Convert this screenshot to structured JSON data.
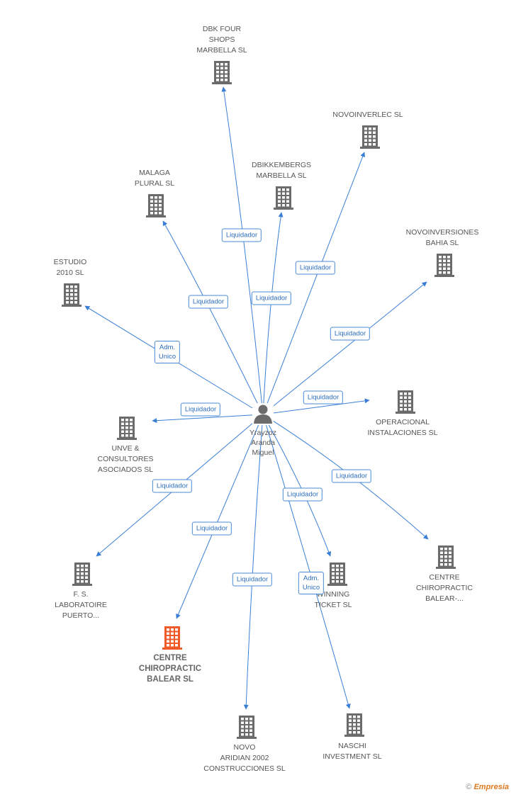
{
  "center": {
    "name": "Yrayzoz\nAranda\nMiguel"
  },
  "nodes": [
    {
      "id": "dbk",
      "label": "DBK FOUR\nSHOPS\nMARBELLA SL",
      "role": "Liquidador"
    },
    {
      "id": "novoinverlec",
      "label": "NOVOINVERLEC SL",
      "role": "Liquidador"
    },
    {
      "id": "dbikkembergs",
      "label": "DBIKKEMBERGS\nMARBELLA SL",
      "role": "Liquidador"
    },
    {
      "id": "malaga",
      "label": "MALAGA\nPLURAL SL",
      "role": "Liquidador"
    },
    {
      "id": "novoinversiones",
      "label": "NOVOINVERSIONES\nBAHIA SL",
      "role": "Liquidador"
    },
    {
      "id": "estudio",
      "label": "ESTUDIO\n2010 SL",
      "role": "Adm.\nUnico"
    },
    {
      "id": "operacional",
      "label": "OPERACIONAL\nINSTALACIONES SL",
      "role": "Liquidador"
    },
    {
      "id": "unve",
      "label": "UNVE &\nCONSULTORES\nASOCIADOS SL",
      "role": "Liquidador"
    },
    {
      "id": "chiro2",
      "label": "CENTRE\nCHIROPRACTIC\nBALEAR-...",
      "role": "Liquidador"
    },
    {
      "id": "winning",
      "label": "WINNING\nTICKET SL",
      "role": "Liquidador"
    },
    {
      "id": "fs",
      "label": "F. S.\nLABORATOIRE\nPUERTO...",
      "role": "Liquidador"
    },
    {
      "id": "chiro",
      "label": "CENTRE\nCHIROPRACTIC\nBALEAR SL",
      "role": "Liquidador",
      "highlight": true
    },
    {
      "id": "novo",
      "label": "NOVO\nARIDIAN 2002\nCONSTRUCCIONES SL",
      "role": "Liquidador"
    },
    {
      "id": "naschi",
      "label": "NASCHI\nINVESTMENT SL",
      "role": "Adm.\nUnico"
    }
  ],
  "colors": {
    "edge": "#3a7fd5",
    "building": "#6b6b6b",
    "highlight": "#f05a28",
    "person": "#6b6b6b"
  },
  "footer": {
    "copyright": "©",
    "brand": "Empresia"
  }
}
